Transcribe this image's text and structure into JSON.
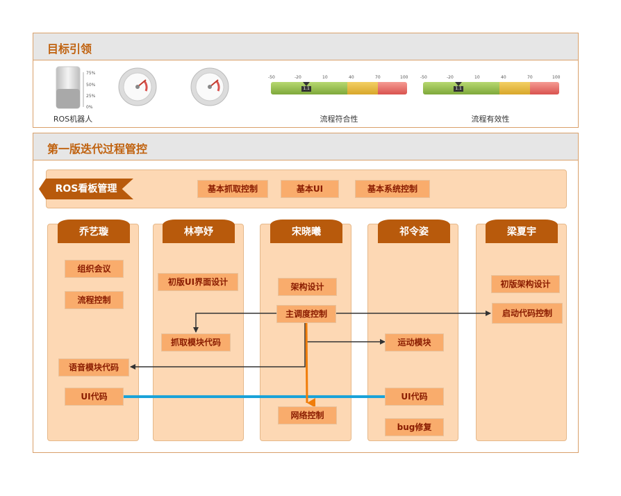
{
  "panel1": {
    "title": "目标引领",
    "robot_label": "ROS机器人",
    "tube_ticks": [
      "75%",
      "50%",
      "25%",
      "0%"
    ],
    "gauge_bar_1": {
      "label": "流程符合性",
      "ticks": [
        "-50",
        "-20",
        "10",
        "40",
        "70",
        "100"
      ],
      "marker_value": "1.1"
    },
    "gauge_bar_2": {
      "label": "流程有效性",
      "ticks": [
        "-50",
        "-20",
        "10",
        "40",
        "70",
        "100"
      ],
      "marker_value": "1.1"
    }
  },
  "panel2": {
    "title": "第一版迭代过程管控",
    "banner_label": "ROS看板管理",
    "top_boxes": [
      "基本抓取控制",
      "基本UI",
      "基本系统控制"
    ],
    "columns": [
      {
        "name": "乔艺璇",
        "tasks": [
          "组织会议",
          "流程控制",
          "语音模块代码",
          "UI代码"
        ]
      },
      {
        "name": "林亭妤",
        "tasks": [
          "初版UI界面设计",
          "抓取模块代码"
        ]
      },
      {
        "name": "宋晓曦",
        "tasks": [
          "架构设计",
          "主调度控制",
          "网络控制"
        ]
      },
      {
        "name": "祁令姿",
        "tasks": [
          "运动模块",
          "UI代码",
          "bug修复"
        ]
      },
      {
        "name": "梁夏宇",
        "tasks": [
          "初版架构设计",
          "启动代码控制"
        ]
      }
    ]
  },
  "colors": {
    "accent": "#b85a0c",
    "column_bg": "#fdd8b4",
    "task_bg": "#f9ac6c",
    "link_blue": "#1aa3d9",
    "link_orange": "#f07d0a"
  }
}
